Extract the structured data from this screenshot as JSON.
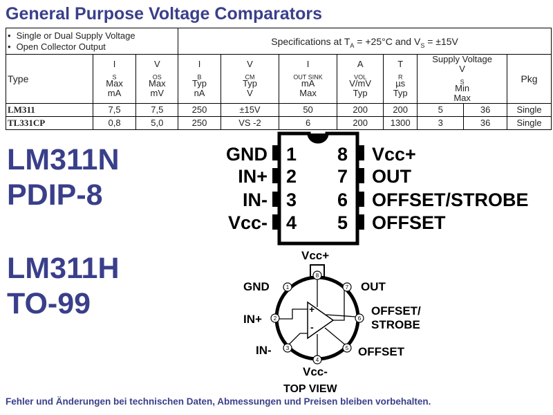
{
  "title": "General Purpose Voltage Comparators",
  "table": {
    "features": [
      "Single or Dual Supply Voltage",
      "Open Collector Output"
    ],
    "spec_condition": {
      "prefix": "Specifications at T",
      "ta_sub": "A",
      "middle": " = +25°C and V",
      "vs_sub": "S",
      "suffix": " = ±15V"
    },
    "headers": {
      "type": "Type",
      "is": {
        "sym": "I",
        "sub": "S",
        "l2": "Max",
        "l3": "mA"
      },
      "vos": {
        "sym": "V",
        "sub": "OS",
        "l2": "Max",
        "l3": "mV"
      },
      "ib": {
        "sym": "I",
        "sub": "B",
        "tail": " Typ",
        "l2": "nA"
      },
      "vcm": {
        "sym": "V",
        "sub": "CM",
        "tail": " Typ",
        "l2": "V"
      },
      "iout": {
        "sym": "I",
        "sub": "OUT SINK",
        "l2": "mA",
        "l3": "Max"
      },
      "avol": {
        "sym": "A",
        "sub": "VOL",
        "l2": "V/mV",
        "l3": "Typ"
      },
      "tr": {
        "sym": "T",
        "sub": "R",
        "l2": "µs",
        "l3": "Typ"
      },
      "supply": {
        "title": "Supply Voltage",
        "sym": "V",
        "sub": "S",
        "min": "Min",
        "max": "Max"
      },
      "pkg": "Pkg"
    },
    "rows": [
      {
        "type": "LM311",
        "is": "7,5",
        "vos": "7,5",
        "ib": "250",
        "vcm": "±15V",
        "iout": "50",
        "avol": "200",
        "tr": "200",
        "vmin": "5",
        "vmax": "36",
        "pkg": "Single"
      },
      {
        "type": "TL331CP",
        "is": "0,8",
        "vos": "5,0",
        "ib": "250",
        "vcm": "VS -2",
        "iout": "6",
        "avol": "200",
        "tr": "1300",
        "vmin": "3",
        "vmax": "36",
        "pkg": "Single"
      }
    ]
  },
  "pdip": {
    "name_line1": "LM311N",
    "name_line2": "PDIP-8",
    "left_pins": [
      {
        "num": "1",
        "label": "GND"
      },
      {
        "num": "2",
        "label": "IN+"
      },
      {
        "num": "3",
        "label": "IN-"
      },
      {
        "num": "4",
        "label": "Vcc-"
      }
    ],
    "right_pins": [
      {
        "num": "8",
        "label": "Vcc+"
      },
      {
        "num": "7",
        "label": "OUT"
      },
      {
        "num": "6",
        "label": "OFFSET/STROBE"
      },
      {
        "num": "5",
        "label": "OFFSET"
      }
    ]
  },
  "to99": {
    "name_line1": "LM311H",
    "name_line2": "TO-99",
    "pins": [
      {
        "num": "1",
        "label": "GND"
      },
      {
        "num": "2",
        "label": "IN+"
      },
      {
        "num": "3",
        "label": "IN-"
      },
      {
        "num": "4",
        "label": "Vcc-"
      },
      {
        "num": "5",
        "label": "OFFSET"
      },
      {
        "num": "6",
        "label": "OFFSET/\nSTROBE"
      },
      {
        "num": "7",
        "label": "OUT"
      },
      {
        "num": "8",
        "label": "Vcc+"
      }
    ],
    "opamp_plus": "+",
    "opamp_minus": "-",
    "view_label": "TOP VIEW"
  },
  "footer": "Fehler und Änderungen bei technischen Daten, Abmessungen und Preisen bleiben vorbehalten."
}
